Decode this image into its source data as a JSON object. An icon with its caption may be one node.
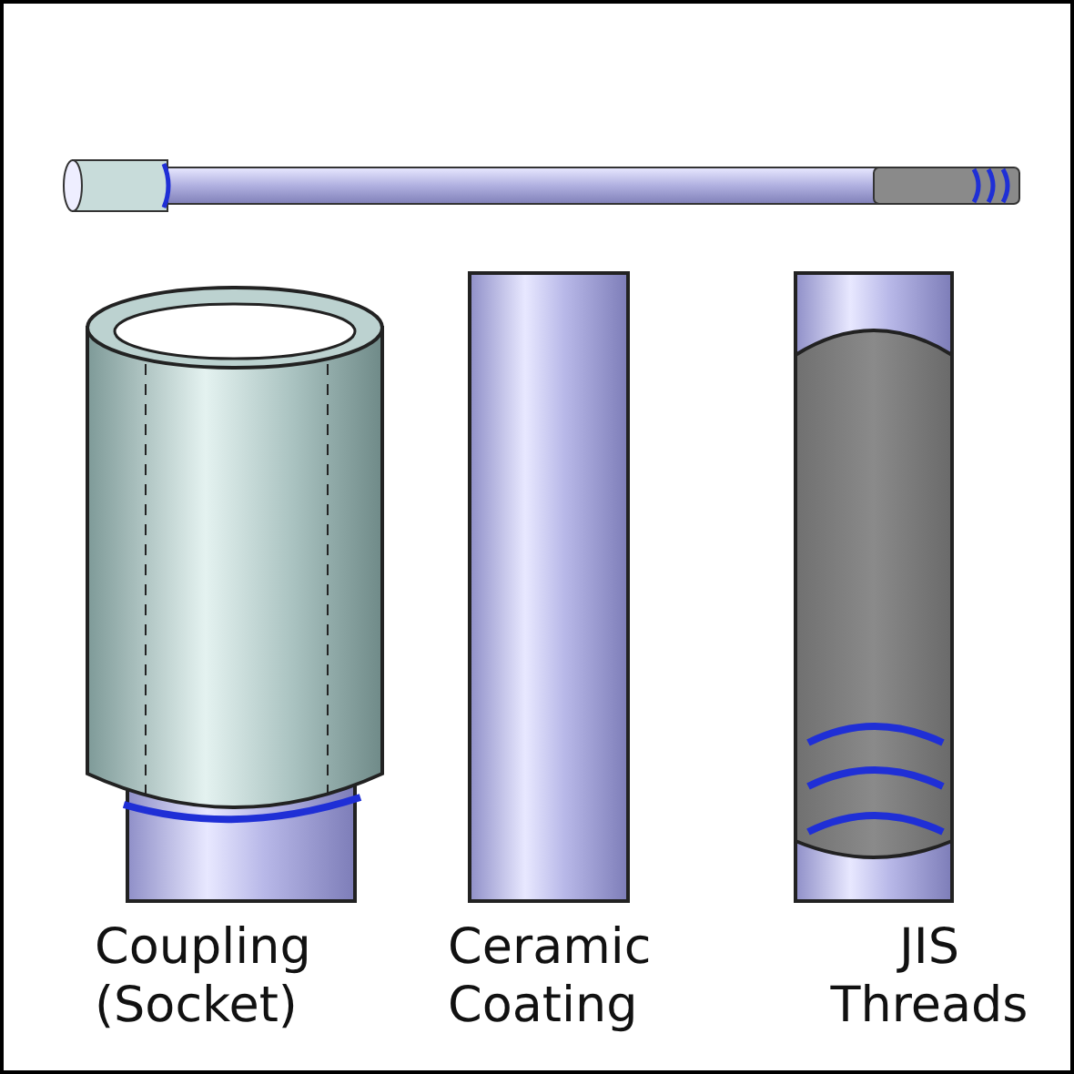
{
  "diagram": {
    "labels": [
      "Coupling (Socket)",
      "Ceramic Coating",
      "JIS Threads"
    ]
  }
}
